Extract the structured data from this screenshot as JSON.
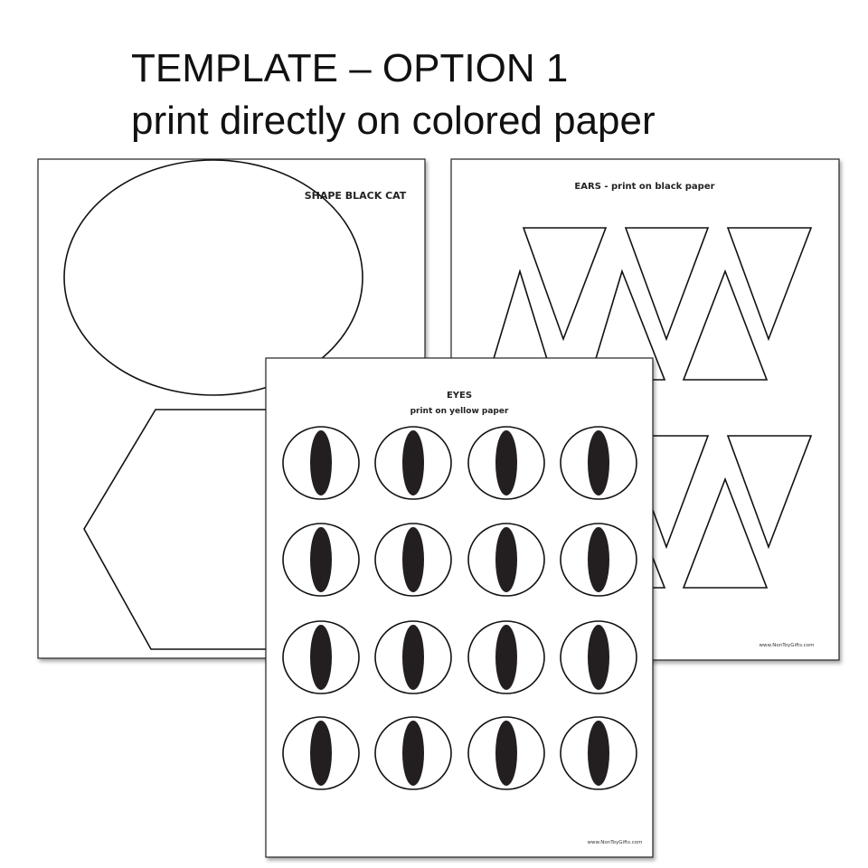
{
  "heading": {
    "line1": "TEMPLATE – OPTION 1",
    "line2": "print directly on colored paper"
  },
  "pages": {
    "shape": {
      "label": "SHAPE BLACK CAT"
    },
    "ears": {
      "label": "EARS - print on black paper",
      "footer": "www.NonToyGifts.com"
    },
    "eyes": {
      "title": "EYES",
      "subtitle": "print on yellow paper",
      "footer": "www.NonToyGifts.com",
      "rows": 4,
      "cols": 4
    }
  }
}
